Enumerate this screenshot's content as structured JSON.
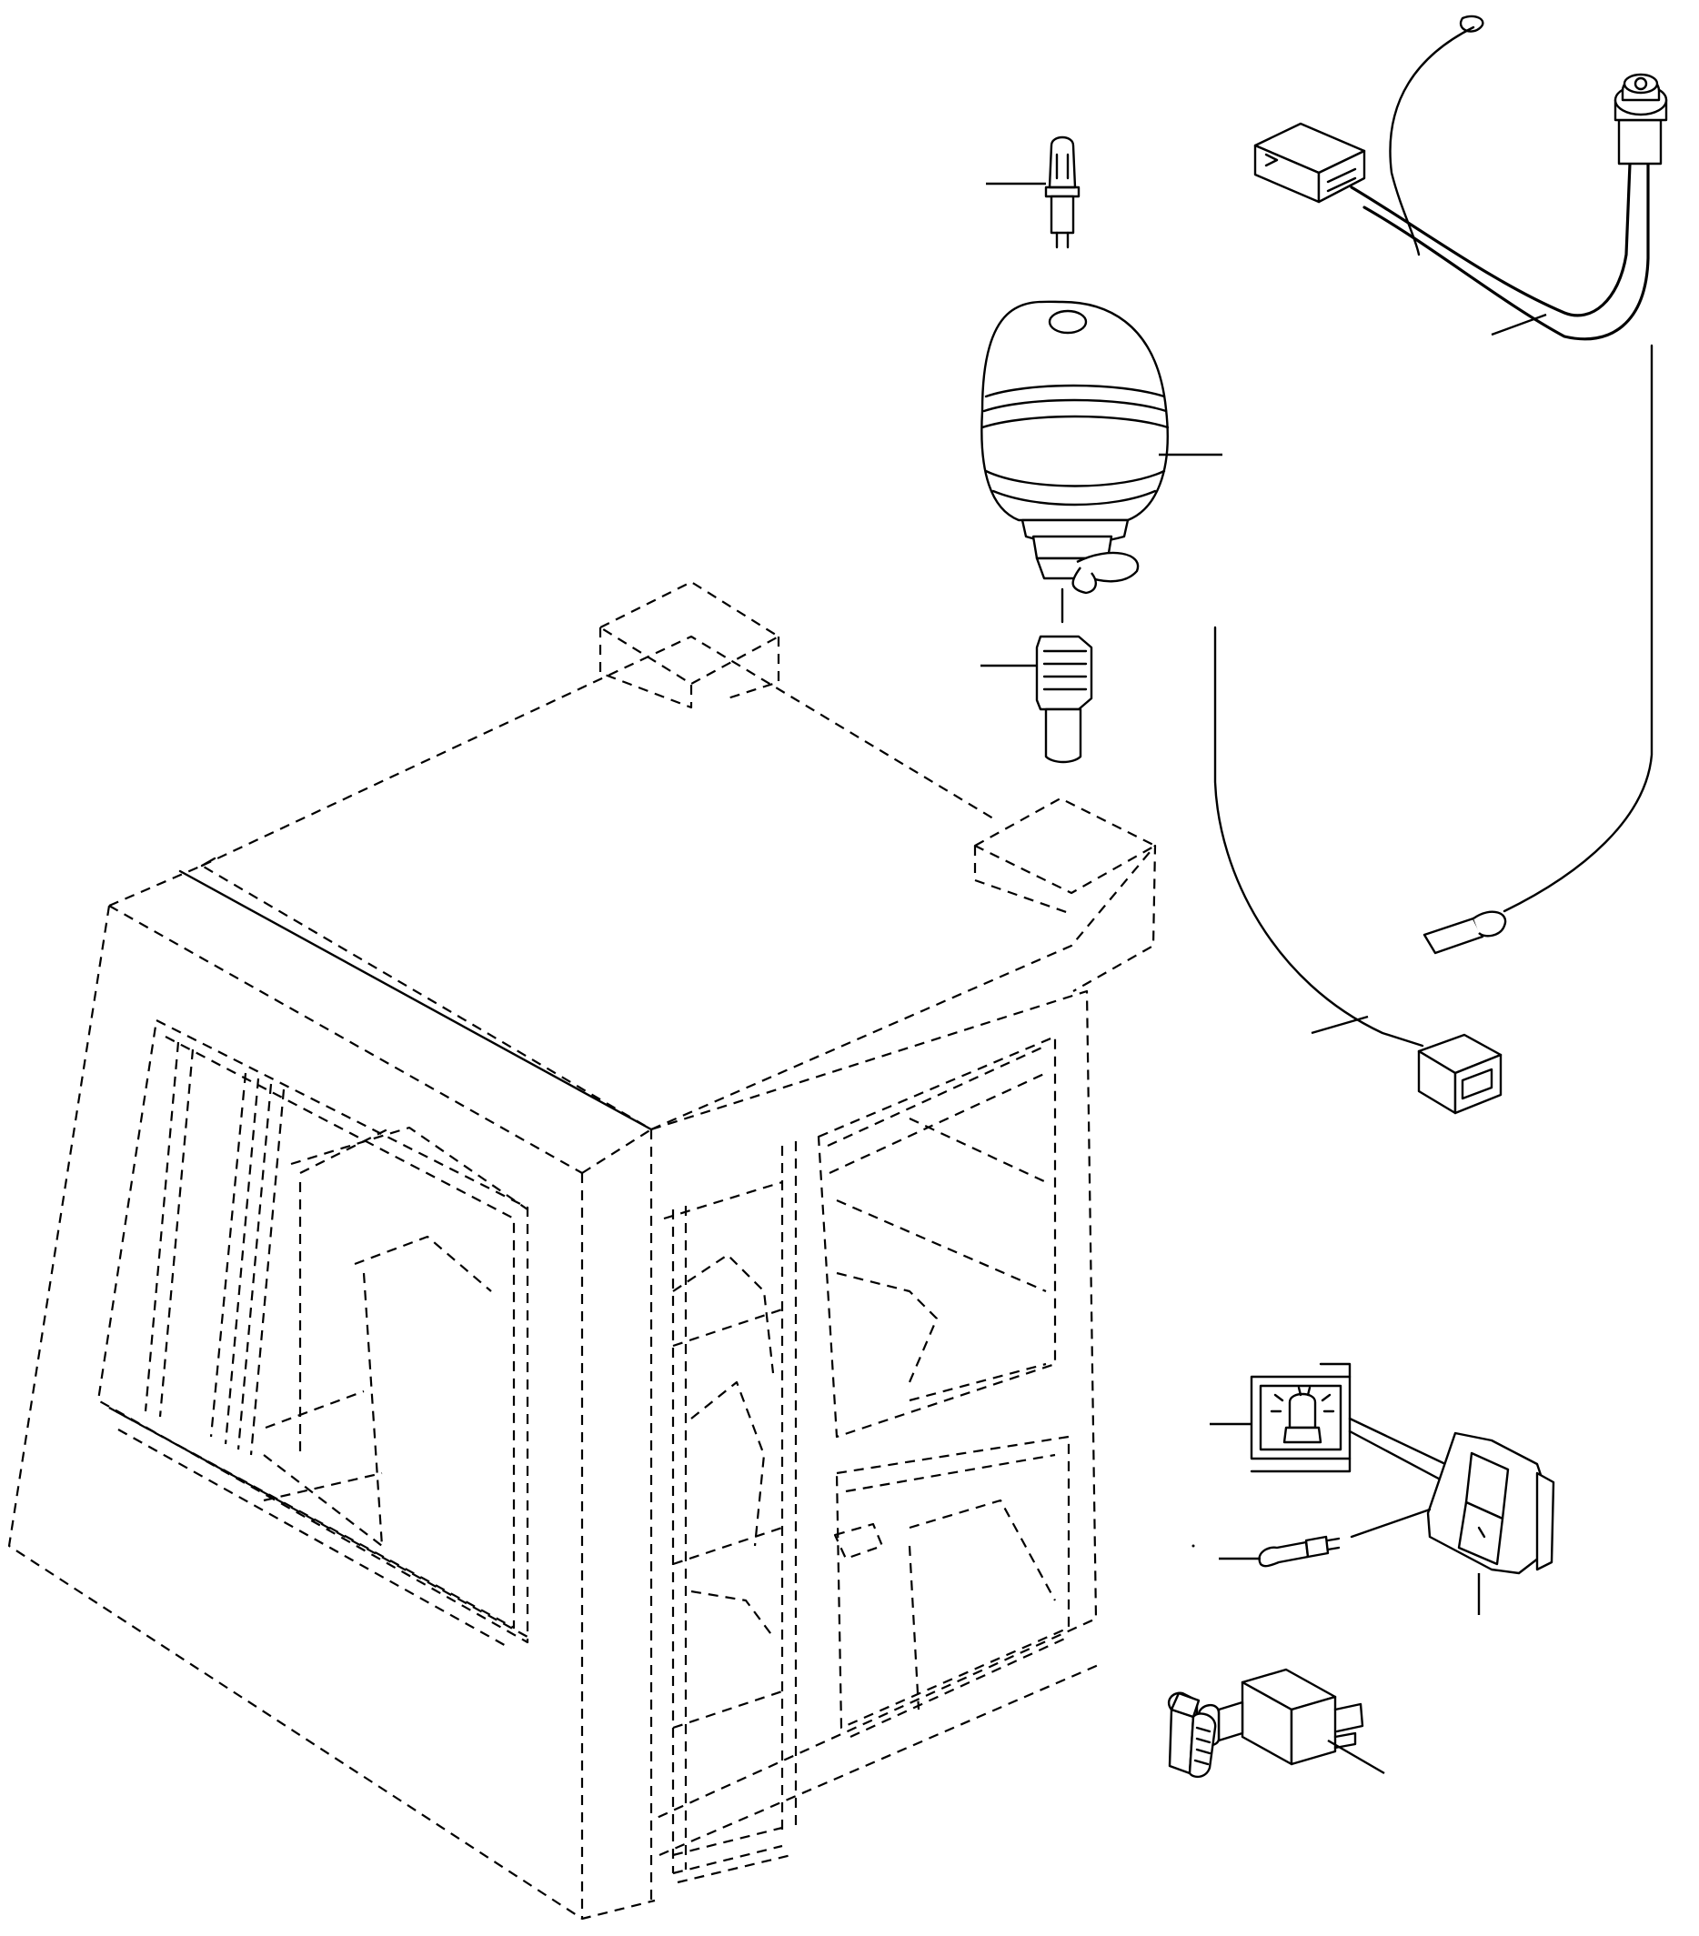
{
  "diagram": {
    "kind": "exploded parts illustration",
    "components": [
      {
        "id": "bulb-small",
        "icon": "bulb-icon"
      },
      {
        "id": "beacon-lamp",
        "icon": "rotating-beacon-icon"
      },
      {
        "id": "beacon-mount-socket",
        "icon": "socket-icon"
      },
      {
        "id": "wiring-harness",
        "icon": "harness-icon"
      },
      {
        "id": "beacon-symbol-lens",
        "icon": "beacon-symbol-icon"
      },
      {
        "id": "rocker-switch",
        "icon": "rocker-switch-icon"
      },
      {
        "id": "switch-bulb",
        "icon": "bulb-icon"
      },
      {
        "id": "relay",
        "icon": "relay-icon"
      },
      {
        "id": "cab-outline",
        "icon": "cab-icon"
      }
    ],
    "colors": {
      "line": "#000000",
      "background": "#ffffff"
    }
  }
}
